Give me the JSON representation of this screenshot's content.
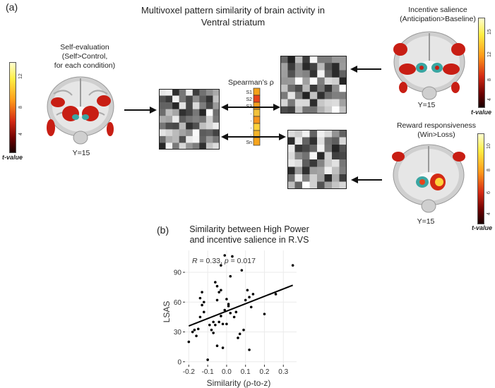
{
  "panel_a": {
    "label": "(a)",
    "title_line1": "Multivoxel pattern similarity of brain activity in",
    "title_line2": "Ventral striatum",
    "self_eval": {
      "line1": "Self-evaluation",
      "line2": "(Self>Control,",
      "line3": "for each condition)",
      "coord": "Y=15",
      "colorbar_label": "t-value",
      "ticks": [
        "12",
        "8",
        "4"
      ]
    },
    "incentive": {
      "line1": "Incentive salience",
      "line2": "(Anticipation>Baseline)",
      "coord": "Y=15",
      "colorbar_label": "t-value",
      "ticks": [
        "15",
        "12",
        "8",
        "4"
      ]
    },
    "reward": {
      "line1": "Reward responsiveness",
      "line2": "(Win>Loss)",
      "coord": "Y=15",
      "colorbar_label": "t-value",
      "ticks": [
        "10",
        "8",
        "6",
        "4"
      ]
    },
    "spearman": {
      "label": "Spearman’s ρ",
      "rows": [
        "S1",
        "S2",
        "S3",
        "·",
        "·",
        "·",
        "·",
        "Sn"
      ]
    },
    "colors": {
      "hot_red": "#c81e14",
      "hot_yellow": "#ffee44",
      "teal": "#3aa6a2",
      "brain_gray": "#d6d6d6"
    }
  },
  "panel_b": {
    "label": "(b)",
    "title_line1": "Similarity between High Power",
    "title_line2": "and incentive salience in R.VS",
    "stat_R": "R",
    "stat_r_val": " = 0.33, ",
    "stat_p": "p",
    "stat_p_val": " = 0.017"
  },
  "chart_data": {
    "type": "scatter",
    "title": "Similarity between High Power and incentive salience in R.VS",
    "xlabel": "Similarity (ρ-to-z)",
    "ylabel": "LSAS",
    "xlim": [
      -0.22,
      0.37
    ],
    "ylim": [
      -3,
      112
    ],
    "xticks": [
      -0.2,
      -0.1,
      0.0,
      0.1,
      0.2,
      0.3
    ],
    "xtick_labels": [
      "-0.2",
      "-0.1",
      "0.0",
      "0.1",
      "0.2",
      "0.3"
    ],
    "yticks": [
      0,
      30,
      60,
      90
    ],
    "ytick_labels": [
      "0",
      "30",
      "60",
      "90"
    ],
    "grid": true,
    "regression_line": {
      "x": [
        -0.2,
        0.35
      ],
      "y": [
        36,
        77
      ]
    },
    "points": {
      "x": [
        -0.2,
        -0.18,
        -0.17,
        -0.16,
        -0.15,
        -0.14,
        -0.14,
        -0.13,
        -0.13,
        -0.12,
        -0.12,
        -0.1,
        -0.09,
        -0.08,
        -0.07,
        -0.07,
        -0.06,
        -0.06,
        -0.05,
        -0.05,
        -0.05,
        -0.04,
        -0.04,
        -0.03,
        -0.03,
        -0.03,
        -0.02,
        -0.02,
        -0.01,
        -0.01,
        0.0,
        0.0,
        0.01,
        0.01,
        0.02,
        0.02,
        0.03,
        0.04,
        0.05,
        0.06,
        0.07,
        0.08,
        0.09,
        0.1,
        0.11,
        0.12,
        0.12,
        0.13,
        0.14,
        0.2,
        0.26,
        0.35
      ],
      "y": [
        20,
        30,
        32,
        26,
        33,
        64,
        45,
        70,
        57,
        60,
        50,
        2,
        37,
        32,
        40,
        29,
        80,
        37,
        76,
        16,
        62,
        40,
        70,
        46,
        72,
        97,
        38,
        14,
        52,
        107,
        38,
        63,
        56,
        58,
        86,
        49,
        106,
        45,
        50,
        24,
        28,
        92,
        32,
        62,
        72,
        65,
        12,
        55,
        68,
        48,
        68,
        97
      ]
    }
  }
}
